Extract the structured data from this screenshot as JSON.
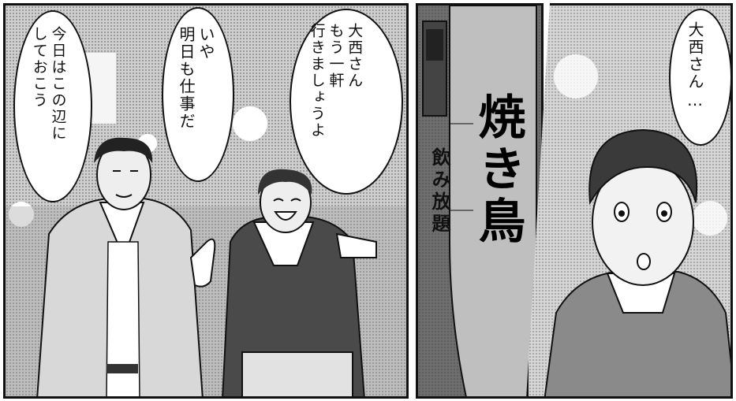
{
  "panels": {
    "left": {
      "bubble_1": "今日はこの辺に\nしておこう",
      "bubble_2": "いや\n明日も仕事だ",
      "bubble_3": "大西さん\nもう一軒\n行きましょうよ"
    },
    "middle": {
      "sign_big": "焼き鳥",
      "sign_small": "飲み放題"
    },
    "right": {
      "bubble_4": "大西さん…"
    }
  }
}
